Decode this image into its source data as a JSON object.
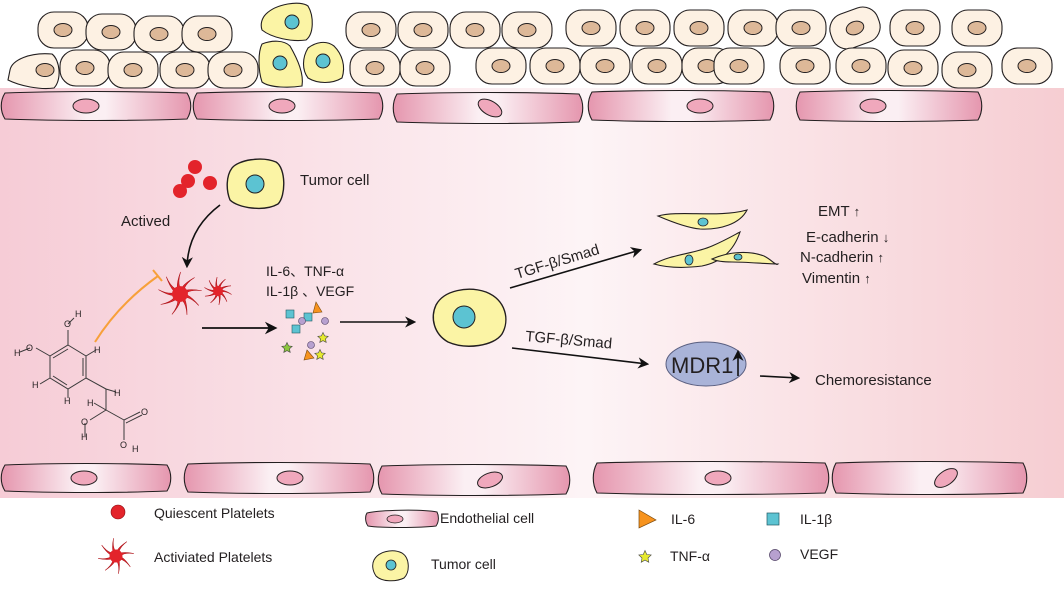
{
  "diagram": {
    "title": "Platelet activation promotes EMT and chemoresistance of tumor cells via TGF-β/Smad",
    "colors": {
      "vessel_edge": "#f7d3da",
      "vessel_center": "#fdf3f5",
      "endothelial_fill": "#eeaabb",
      "endothelial_nucleus": "#f0a8bc",
      "tissue_cell_fill": "#fdf1e3",
      "tissue_cell_nucleus": "#ddb898",
      "tumor_cell_fill": "#fbf4a5",
      "tumor_cell_nucleus": "#5cc3d2",
      "platelet_red": "#e3242b",
      "inhibitor_orange": "#f7a03a",
      "il6_orange": "#f7931e",
      "il1b_cyan": "#5cc3d2",
      "tnfa_yellow": "#e6ea2f",
      "tnfa_green": "#8cc63e",
      "vegf_purple": "#b7a0cf",
      "mdr1_fill": "#a9b3d8"
    },
    "labels": {
      "tumor_cell": "Tumor cell",
      "actived": "Actived",
      "cytokines_line1": "IL-6、TNF-α",
      "cytokines_line2": "IL-1β 、VEGF",
      "pathway_upper": "TGF-β/Smad",
      "pathway_lower": "TGF-β/Smad",
      "mdr1": "MDR1",
      "mdr1_arrow": "↑",
      "chemoresistance": "Chemoresistance"
    },
    "emt_markers": [
      {
        "name": "EMT",
        "direction": "↑"
      },
      {
        "name": "E-cadherin",
        "direction": "↓"
      },
      {
        "name": "N-cadherin",
        "direction": "↑"
      },
      {
        "name": "Vimentin",
        "direction": "↑"
      }
    ],
    "molecule_atoms": {
      "o": "O",
      "h": "H"
    }
  },
  "legend": {
    "items": [
      {
        "key": "quiescent",
        "label": "Quiescent Platelets"
      },
      {
        "key": "activated",
        "label": "Activiated Platelets"
      },
      {
        "key": "endothelial",
        "label": "Endothelial cell"
      },
      {
        "key": "tumor",
        "label": "Tumor cell"
      },
      {
        "key": "il6",
        "label": "IL-6"
      },
      {
        "key": "tnfa",
        "label": "TNF-α"
      },
      {
        "key": "il1b",
        "label": "IL-1β"
      },
      {
        "key": "vegf",
        "label": "VEGF"
      }
    ]
  }
}
